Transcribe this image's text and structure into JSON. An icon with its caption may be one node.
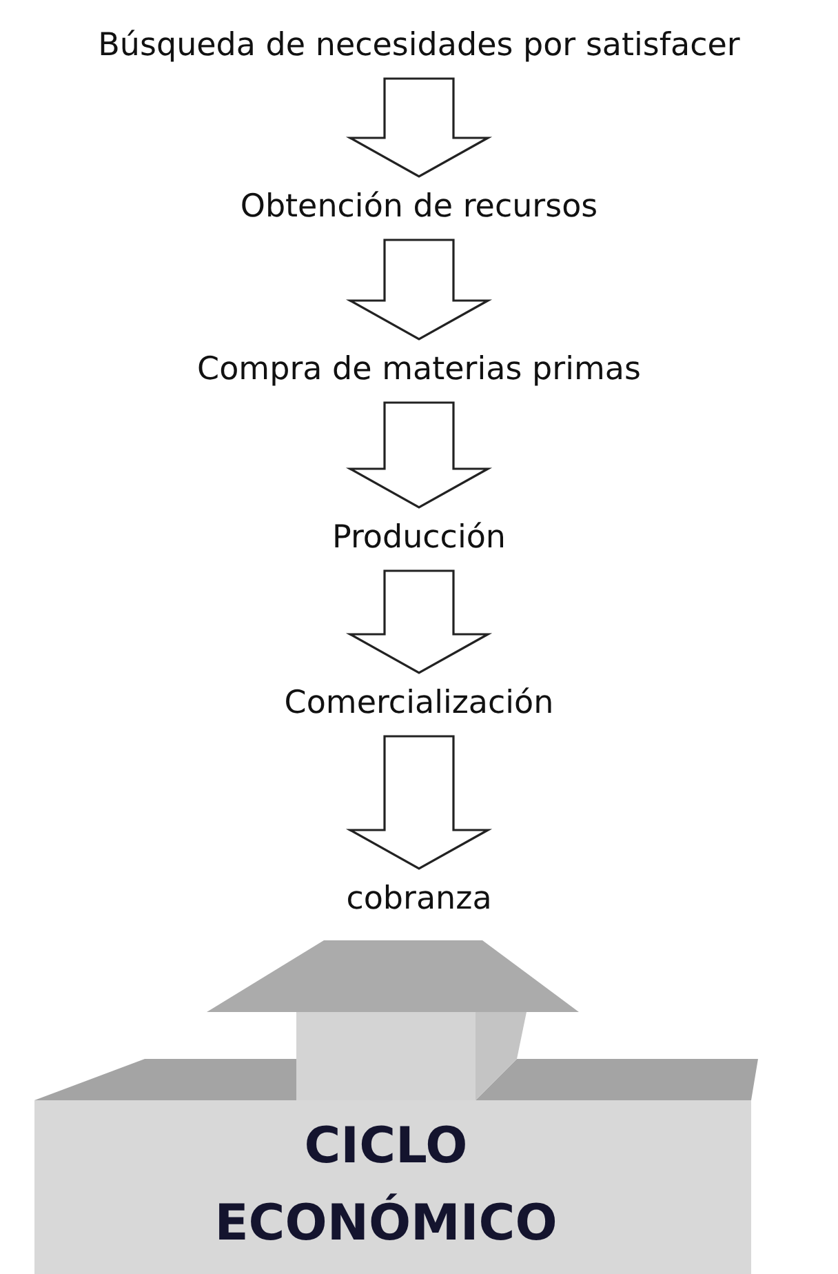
{
  "diagram": {
    "nodes": [
      {
        "text": [
          "Búsqueda de necesidades por satisfacer"
        ]
      },
      {
        "text": [
          "Obtención de recursos"
        ]
      },
      {
        "text": [
          "Compra de materias primas"
        ]
      },
      {
        "text": [
          "Producción"
        ]
      },
      {
        "text": [
          "Comercialización"
        ]
      },
      {
        "text": [
          "cobranza"
        ]
      },
      {
        "text": [
          "CICLO ECONÓMICO"
        ]
      }
    ],
    "edges": [
      {
        "from": 0,
        "to": 1,
        "arrow": "to"
      },
      {
        "from": 1,
        "to": 2,
        "arrow": "to"
      },
      {
        "from": 2,
        "to": 3,
        "arrow": "to"
      },
      {
        "from": 3,
        "to": 4,
        "arrow": "to"
      },
      {
        "from": 4,
        "to": 5,
        "arrow": "to"
      }
    ]
  }
}
